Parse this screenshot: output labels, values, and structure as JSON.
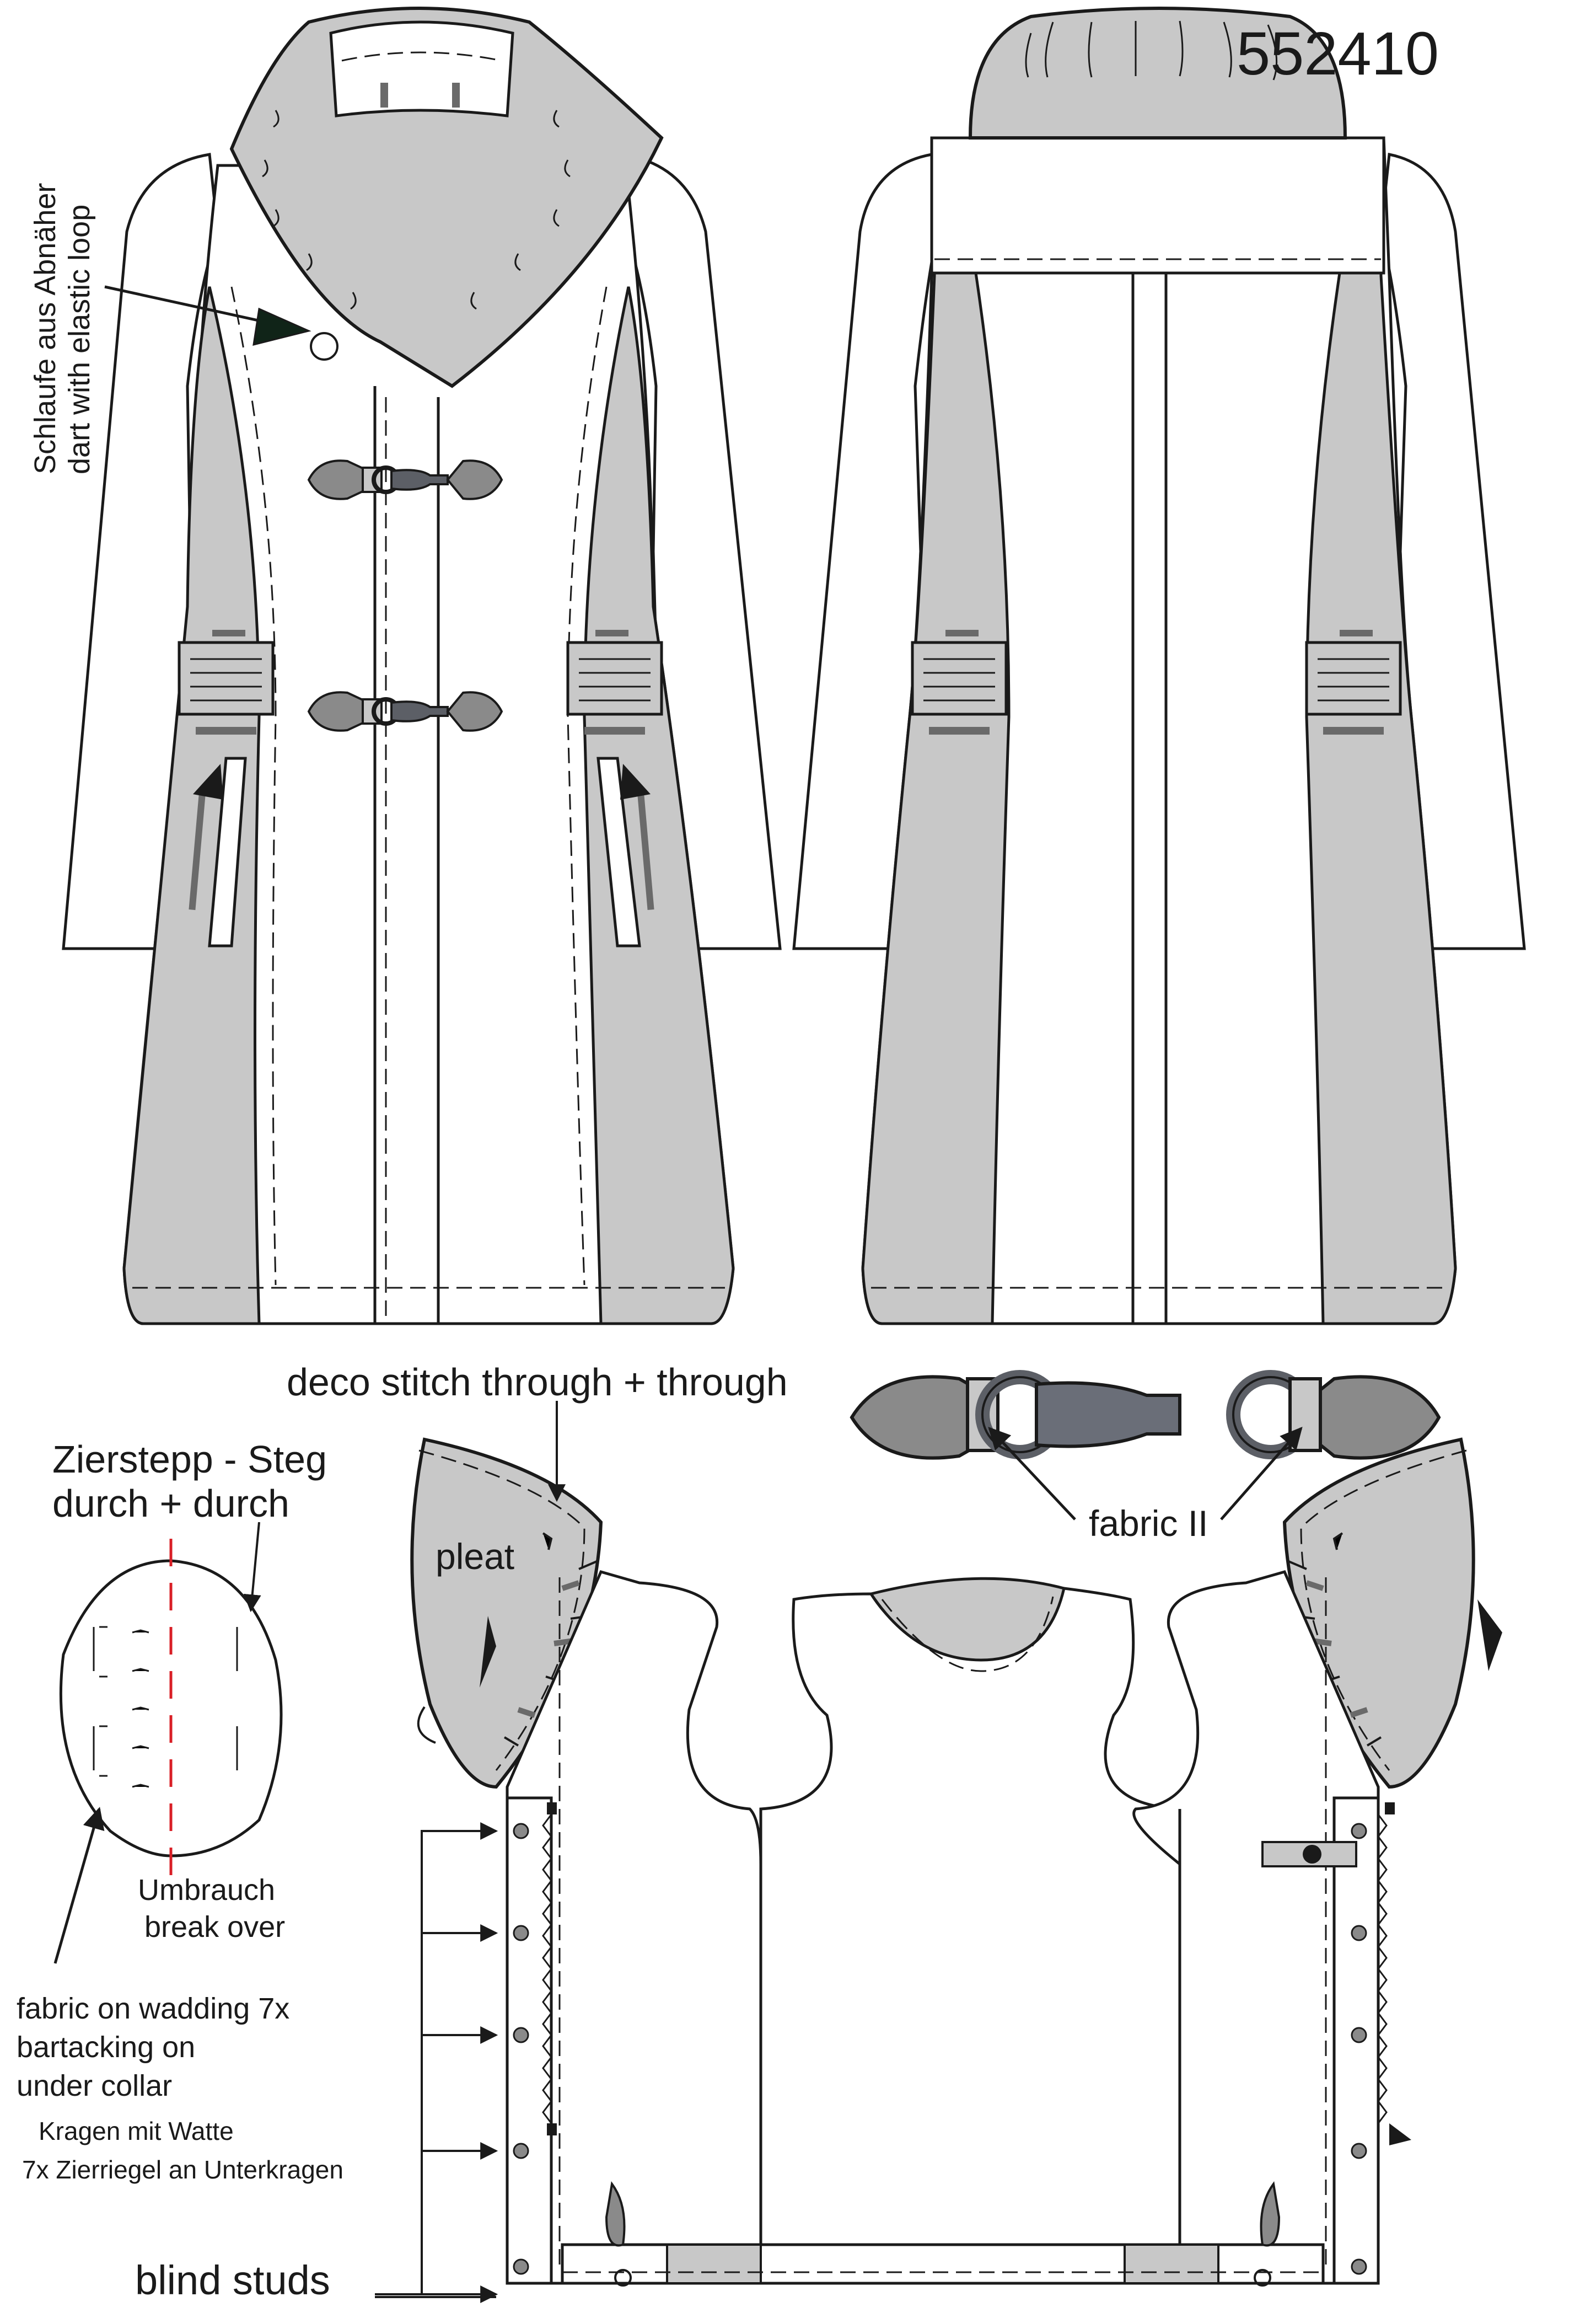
{
  "style_number": "552410",
  "labels": {
    "loop_de": "Schlaufe aus Abnäher",
    "loop_en": "dart with elastic loop",
    "deco_stitch": "deco stitch through + through",
    "zierstepp_line1": "Zierstepp - Steg",
    "zierstepp_line2": "durch + durch",
    "pleat": "pleat",
    "fabric_ii": "fabric II",
    "umbrauch": "Umbrauch",
    "break_over": "break over",
    "wadding_line1": "fabric on wadding 7x",
    "wadding_line2": "bartacking on",
    "wadding_line3": "under collar",
    "kragen_line1": "Kragen mit Watte",
    "kragen_line2": "7x Zierriegel an Unterkragen",
    "blind_studs": "blind studs"
  },
  "colors": {
    "fabric_contrast": "#c8c8c8",
    "fabric_main": "#ffffff",
    "outline": "#1a1a1a",
    "hardware": "#8a8a8a",
    "stitch_red": "#d91f26",
    "arrow_dark": "#102418"
  },
  "icons": [
    "toggle-clasp-icon",
    "arrow-icon",
    "stud-icon",
    "elastic-loop-icon"
  ]
}
